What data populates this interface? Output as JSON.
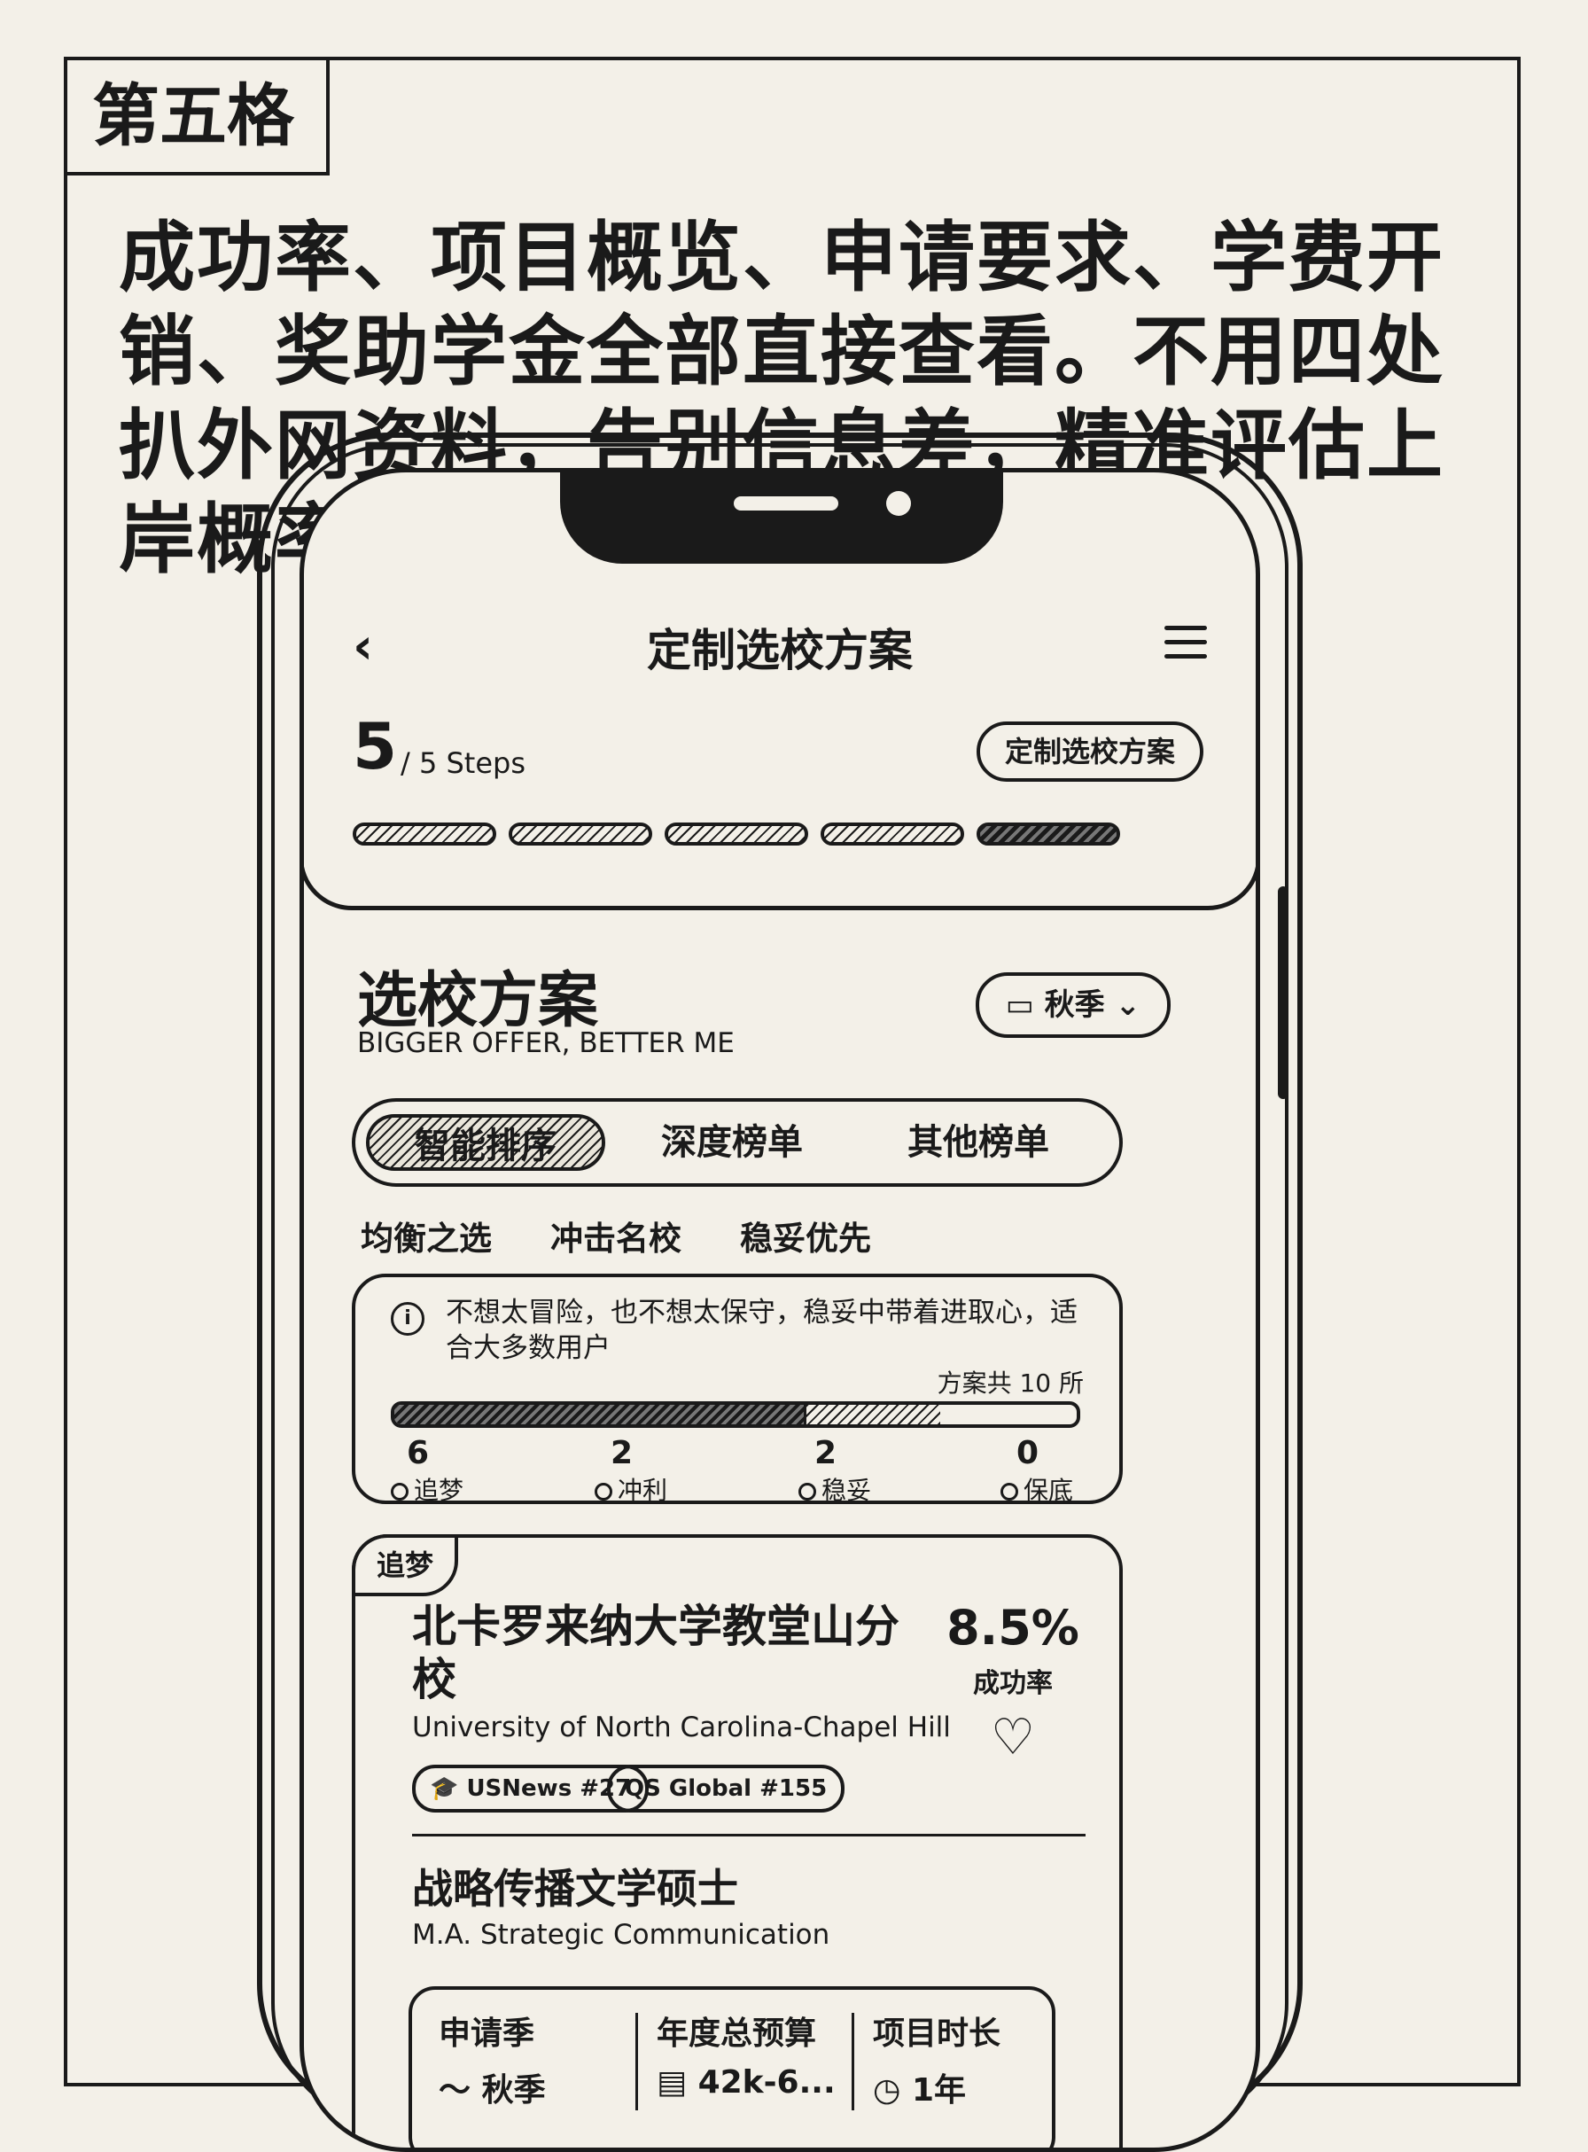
{
  "panel": {
    "label": "第五格",
    "headline": "成功率、项目概览、申请要求、学费开销、奖助学金全部直接查看。不用四处扒外网资料，告别信息差，精准评估上岸概率。"
  },
  "nav": {
    "title": "定制选校方案"
  },
  "steps": {
    "current": "5",
    "total_label": "/ 5 Steps",
    "pill_label": "定制选校方案",
    "count": 5,
    "active_index": 4
  },
  "section": {
    "title": "选校方案",
    "subtitle": "BIGGER OFFER, BETTER ME",
    "season": "秋季"
  },
  "tabs": [
    {
      "label": "智能排序",
      "active": true
    },
    {
      "label": "深度榜单",
      "active": false
    },
    {
      "label": "其他榜单",
      "active": false
    }
  ],
  "subtabs": [
    "均衡之选",
    "冲击名校",
    "稳妥优先"
  ],
  "info": {
    "text": "不想太冒险，也不想太保守，稳妥中带着进取心，适合大多数用户",
    "total": "方案共 10 所",
    "distribution": [
      {
        "value": 6,
        "label": "追梦"
      },
      {
        "value": 2,
        "label": "冲利"
      },
      {
        "value": 2,
        "label": "稳妥"
      },
      {
        "value": 0,
        "label": "保底"
      }
    ]
  },
  "school": {
    "tier": "追梦",
    "name_cn": "北卡罗来纳大学教堂山分校",
    "name_en": "University of North Carolina-Chapel Hill",
    "success_rate": "8.5%",
    "success_label": "成功率",
    "rankings": [
      "USNews #27",
      "QS Global #155"
    ],
    "program_cn": "战略传播文学硕士",
    "program_en": "M.A. Strategic Communication",
    "details": [
      {
        "key": "申请季",
        "value": "秋季"
      },
      {
        "key": "年度总预算",
        "value": "42k-6..."
      },
      {
        "key": "项目时长",
        "value": "1年"
      }
    ]
  },
  "icons": {
    "back": "chevron-left-icon",
    "menu": "hamburger-icon",
    "calendar": "calendar-icon",
    "chevron_down": "chevron-down-icon",
    "info": "info-icon",
    "heart": "heart-icon",
    "grad_cap": "graduation-cap-icon",
    "wave": "wave-icon",
    "receipt": "receipt-icon",
    "clock": "clock-icon"
  }
}
